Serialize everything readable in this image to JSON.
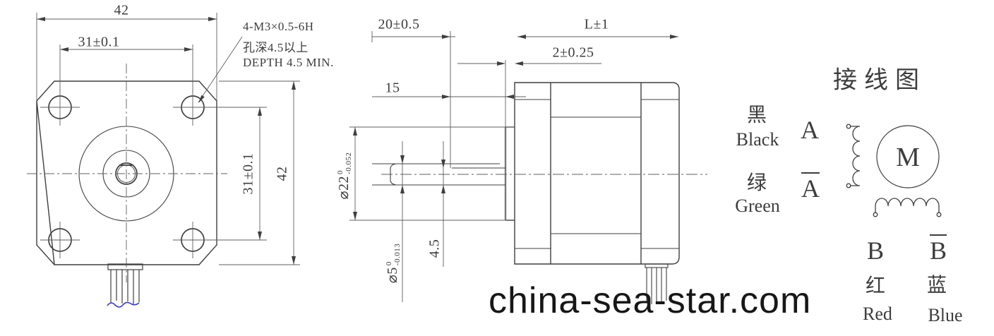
{
  "front_view": {
    "dim_top_width": "42",
    "dim_top_bolt": "31±0.1",
    "dim_right_bolt": "31±0.1",
    "dim_right_height": "42",
    "note_line1": "4-M3×0.5-6H",
    "note_line2": "孔深4.5以上",
    "note_line3": "DEPTH 4.5 MIN."
  },
  "side_view": {
    "dim_shaft_length": "20±0.5",
    "dim_body_length": "L±1",
    "dim_pilot_depth": "2±0.25",
    "dim_flat_length": "15",
    "dim_flat_height": "4.5",
    "boss_dia": {
      "main": "⌀22",
      "tol_top": "0",
      "tol_bot": "-0.052"
    },
    "shaft_dia": {
      "main": "⌀5",
      "tol_top": "0",
      "tol_bot": "-0.013"
    }
  },
  "wiring_diagram": {
    "title": "接线图",
    "motor_label": "M",
    "lead_a": {
      "cn": "黑",
      "en": "Black",
      "terminal": "A"
    },
    "lead_a_bar": {
      "cn": "绿",
      "en": "Green",
      "terminal": "A"
    },
    "lead_b": {
      "cn": "红",
      "en": "Red",
      "terminal": "B"
    },
    "lead_b_bar": {
      "cn": "蓝",
      "en": "Blue",
      "terminal": "B"
    }
  },
  "watermark": "china-sea-star.com",
  "colors": {
    "line": "#3f3f3f",
    "dim_line": "#5f5f5f",
    "wire_blue": "#3d3dc0",
    "watermark": "#171717"
  }
}
